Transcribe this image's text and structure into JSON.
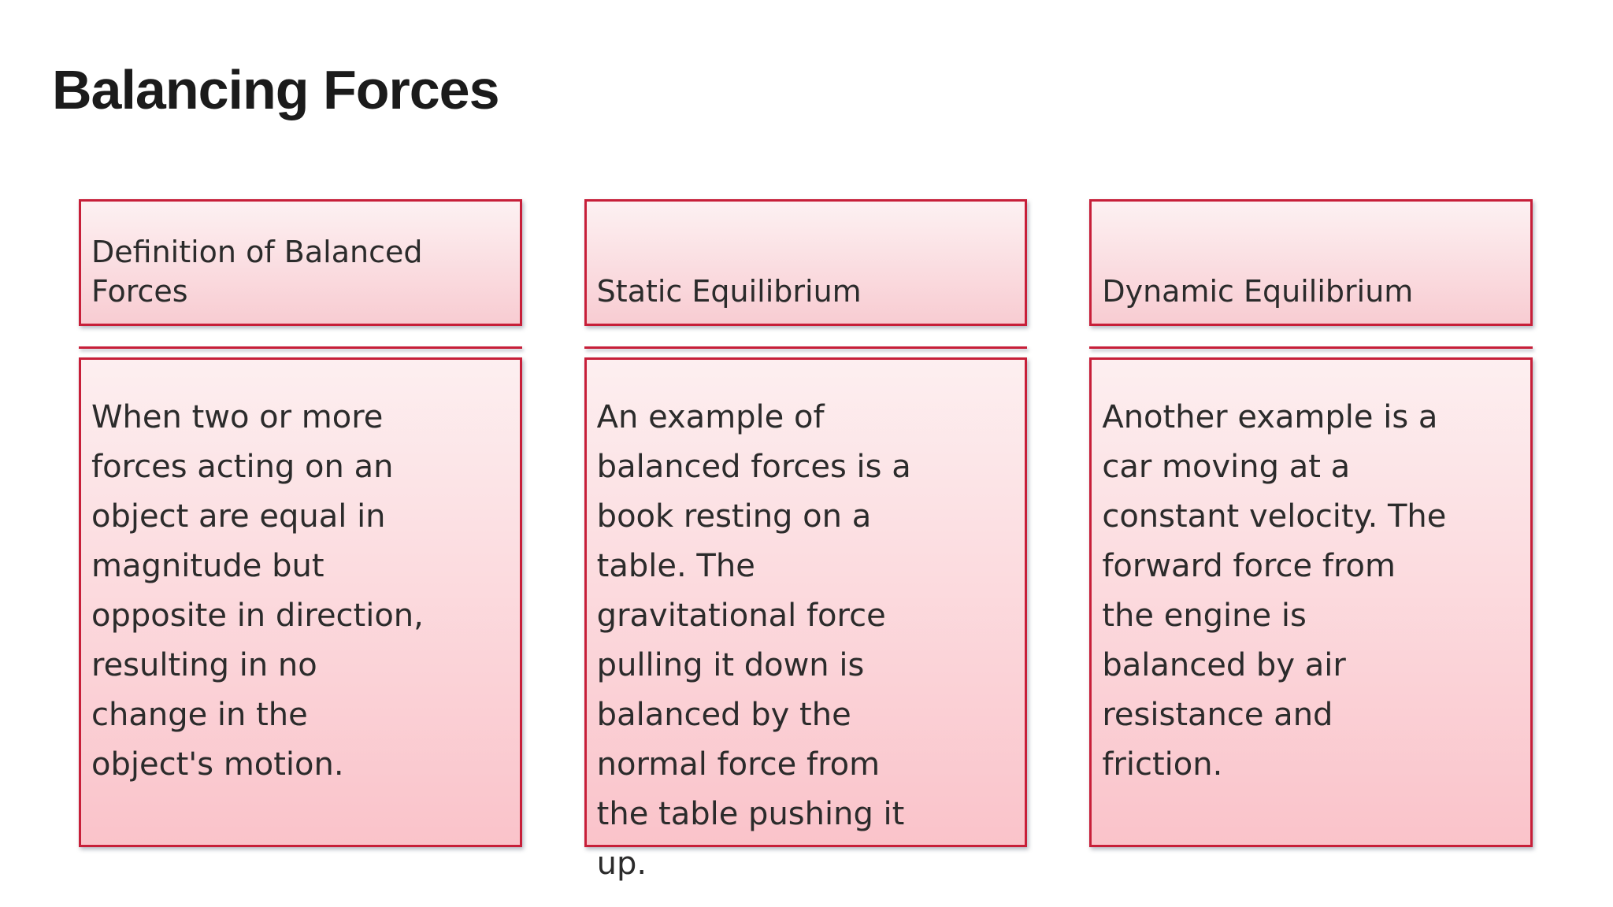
{
  "page": {
    "title": "Balancing Forces"
  },
  "theme": {
    "page_bg": "#ffffff",
    "accent_red": "#c71f39",
    "header_grad_top": "#fdf1f2",
    "header_grad_bottom": "#f8ccd2",
    "body_grad_top": "#fdeff0",
    "body_grad_bottom": "#fac3ca",
    "text_color": "#2b2b2b",
    "title_color": "#1b1b1b"
  },
  "columns": [
    {
      "header": "Definition of Balanced\nForces",
      "body": "When two or more\nforces acting on an\nobject are equal in\nmagnitude but\nopposite in direction,\nresulting in no\nchange in the\nobject's motion."
    },
    {
      "header": "Static Equilibrium",
      "body": "An example of\nbalanced forces is a\nbook resting on a\ntable. The\ngravitational force\npulling it down is\nbalanced by the\nnormal force from\nthe table pushing it\nup."
    },
    {
      "header": "Dynamic Equilibrium",
      "body": "Another example is a\ncar moving at a\nconstant velocity. The\nforward force from\nthe engine is\nbalanced by air\nresistance and\nfriction."
    }
  ]
}
